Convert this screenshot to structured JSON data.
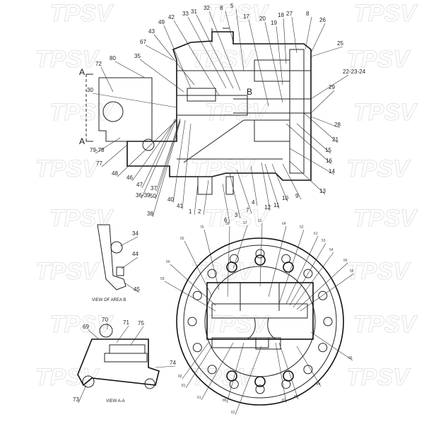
{
  "watermark": "TPSV",
  "section_view": {
    "section_markers": [
      "A",
      "A"
    ],
    "area_marker": "B",
    "callouts": [
      "33",
      "31",
      "32",
      "8",
      "5",
      "17",
      "20",
      "18",
      "27",
      "8",
      "26",
      "19",
      "42",
      "49",
      "43",
      "67",
      "35",
      "80",
      "72",
      "30",
      "25",
      "22-23-24",
      "29",
      "28",
      "21",
      "15",
      "16",
      "14",
      "13",
      "9",
      "10",
      "11",
      "12",
      "4",
      "7",
      "3",
      "6",
      "2",
      "1",
      "41",
      "40",
      "38",
      "50",
      "36-39",
      "37",
      "47",
      "46",
      "48",
      "77",
      "79-78"
    ]
  },
  "view_area_b": {
    "caption": "VIEW OF AREA B",
    "callouts": [
      "34",
      "44",
      "45"
    ]
  },
  "view_a_a": {
    "caption": "VIEW A-A",
    "callouts": [
      "70",
      "69",
      "71",
      "75",
      "74",
      "73"
    ]
  },
  "end_view": {
    "callouts": [
      "58",
      "57",
      "51",
      "64",
      "52",
      "61",
      "53",
      "54",
      "56",
      "55",
      "76",
      "65",
      "60",
      "59",
      "66",
      "84",
      "85",
      "83",
      "62",
      "86",
      "61",
      "81",
      "82"
    ]
  }
}
